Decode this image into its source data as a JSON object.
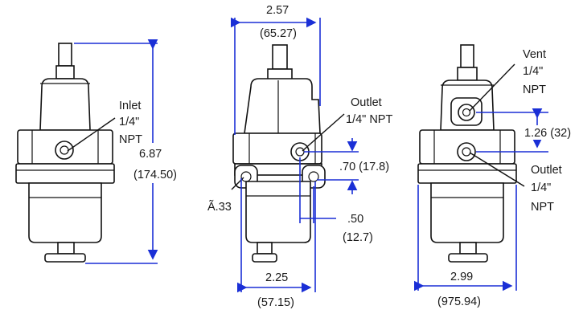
{
  "colors": {
    "dimension_line": "#1a2fd6",
    "outline": "#111111",
    "background": "#ffffff"
  },
  "left_view": {
    "callout": [
      "Inlet",
      "1/4\"",
      "NPT"
    ],
    "height_in": "6.87",
    "height_mm": "(174.50)"
  },
  "center_view": {
    "width_top_in": "2.57",
    "width_top_mm": "(65.27)",
    "callout": [
      "Outlet",
      "1/4\" NPT"
    ],
    "port_spacing": ".70 (17.8)",
    "hole_dia": "Ã.33",
    "offset_in": ".50",
    "offset_mm": "(12.7)",
    "width_bottom_in": "2.25",
    "width_bottom_mm": "(57.15)"
  },
  "right_view": {
    "vent_callout": [
      "Vent",
      "1/4\"",
      "NPT"
    ],
    "port_spacing": "1.26 (32)",
    "outlet_callout": [
      "Outlet",
      "1/4\"",
      "NPT"
    ],
    "width_in": "2.99",
    "width_mm": "(975.94)"
  }
}
